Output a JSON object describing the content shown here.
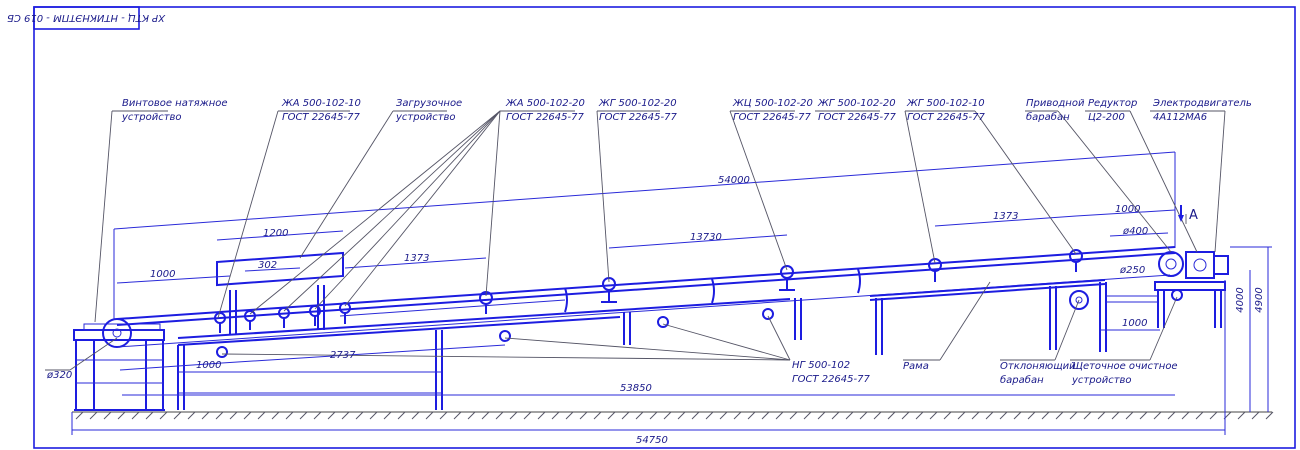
{
  "stamp": "ХР КТЦ - НТИКНЭТПМ - 019 СБ",
  "labels": {
    "tensioner": [
      "Винтовое натяжное",
      "устройство"
    ],
    "zha10": [
      "ЖА 500-102-10",
      "ГОСТ 22645-77"
    ],
    "loading": [
      "Загрузочное",
      "устройство"
    ],
    "zha20": [
      "ЖА 500-102-20",
      "ГОСТ 22645-77"
    ],
    "zhg20a": [
      "ЖГ 500-102-20",
      "ГОСТ 22645-77"
    ],
    "zhts20": [
      "ЖЦ 500-102-20",
      "ГОСТ 22645-77"
    ],
    "zhg20b": [
      "ЖГ 500-102-20",
      "ГОСТ 22645-77"
    ],
    "zhg10": [
      "ЖГ 500-102-10",
      "ГОСТ 22645-77"
    ],
    "drive_drum": [
      "Приводной",
      "барабан"
    ],
    "reducer": [
      "Редуктор",
      "Ц2-200"
    ],
    "motor": [
      "Электродвигатель",
      "4А112МА6"
    ],
    "ng": [
      "НГ 500-102",
      "ГОСТ 22645-77"
    ],
    "frame": [
      "Рама"
    ],
    "deflect": [
      "Отклоняющий",
      "барабан"
    ],
    "brush": [
      "Щеточное очистное",
      "устройство"
    ]
  },
  "dimensions": {
    "d54000": "54000",
    "d1000a": "1000",
    "d1200": "1200",
    "d302": "302",
    "d1373a": "1373",
    "d13730": "13730",
    "d1373b": "1373",
    "d1000b": "1000",
    "d400": "ø400",
    "d250": "ø250",
    "d4000": "4000",
    "d4900": "4900",
    "d1000c": "1000",
    "d1000d": "1000",
    "d2737": "2737",
    "d53850": "53850",
    "d54750": "54750",
    "d320": "ø320"
  },
  "view_mark": "А",
  "colors": {
    "line": "#1d1de0",
    "text": "#1a1a8a",
    "leader": "#555566"
  }
}
